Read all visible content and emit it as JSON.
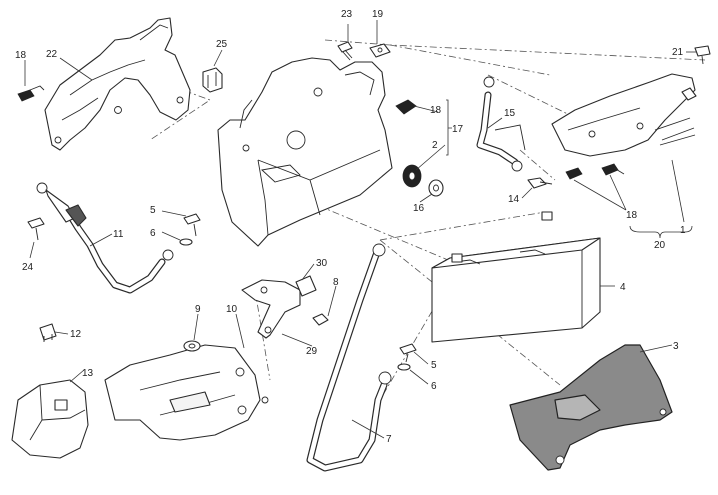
{
  "diagram": {
    "type": "exploded-parts-diagram",
    "callouts": {
      "c1": "1",
      "c2": "2",
      "c3": "3",
      "c4": "4",
      "c5a": "5",
      "c5b": "5",
      "c6a": "6",
      "c6b": "6",
      "c7": "7",
      "c8": "8",
      "c9": "9",
      "c10": "10",
      "c11": "11",
      "c12": "12",
      "c13": "13",
      "c14": "14",
      "c15": "15",
      "c16": "16",
      "c17": "17",
      "c18a": "18",
      "c18b": "18",
      "c18c": "18",
      "c19": "19",
      "c20": "20",
      "c21": "21",
      "c22": "22",
      "c23": "23",
      "c24": "24",
      "c25": "25",
      "c29": "29",
      "c30": "30"
    }
  }
}
